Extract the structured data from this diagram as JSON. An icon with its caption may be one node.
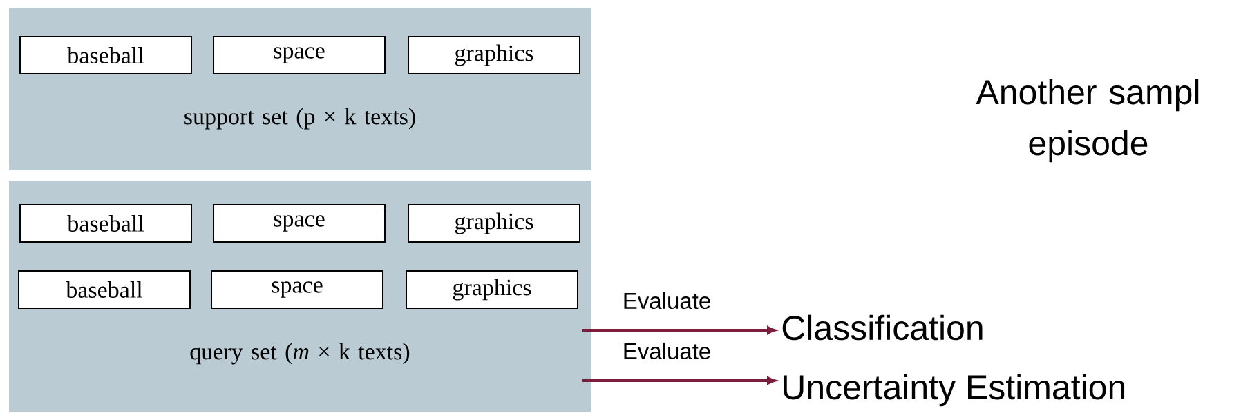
{
  "diagram": {
    "nodes": [
      {
        "text": [
          "support set (p × k texts)"
        ]
      },
      {
        "text": [
          "baseball"
        ],
        "in": 0
      },
      {
        "text": [
          "space"
        ],
        "in": 0
      },
      {
        "text": [
          "graphics"
        ],
        "in": 0
      },
      {
        "text": [
          "query set (*m* × k texts)"
        ]
      },
      {
        "text": [
          "baseball"
        ],
        "in": 4
      },
      {
        "text": [
          "space"
        ],
        "in": 4
      },
      {
        "text": [
          "graphics"
        ],
        "in": 4
      },
      {
        "text": [
          "baseball"
        ],
        "in": 4
      },
      {
        "text": [
          "space"
        ],
        "in": 4
      },
      {
        "text": [
          "graphics"
        ],
        "in": 4
      },
      {
        "text": [
          "Classification"
        ]
      },
      {
        "text": [
          "Uncertainty Estimation"
        ]
      }
    ],
    "edges": [
      {
        "from": 4,
        "to": 11,
        "arrow": "to",
        "label": "Evaluate"
      },
      {
        "from": 4,
        "to": 12,
        "arrow": "to",
        "label": "Evaluate"
      }
    ],
    "labels": [
      "Another sampl episode"
    ]
  }
}
